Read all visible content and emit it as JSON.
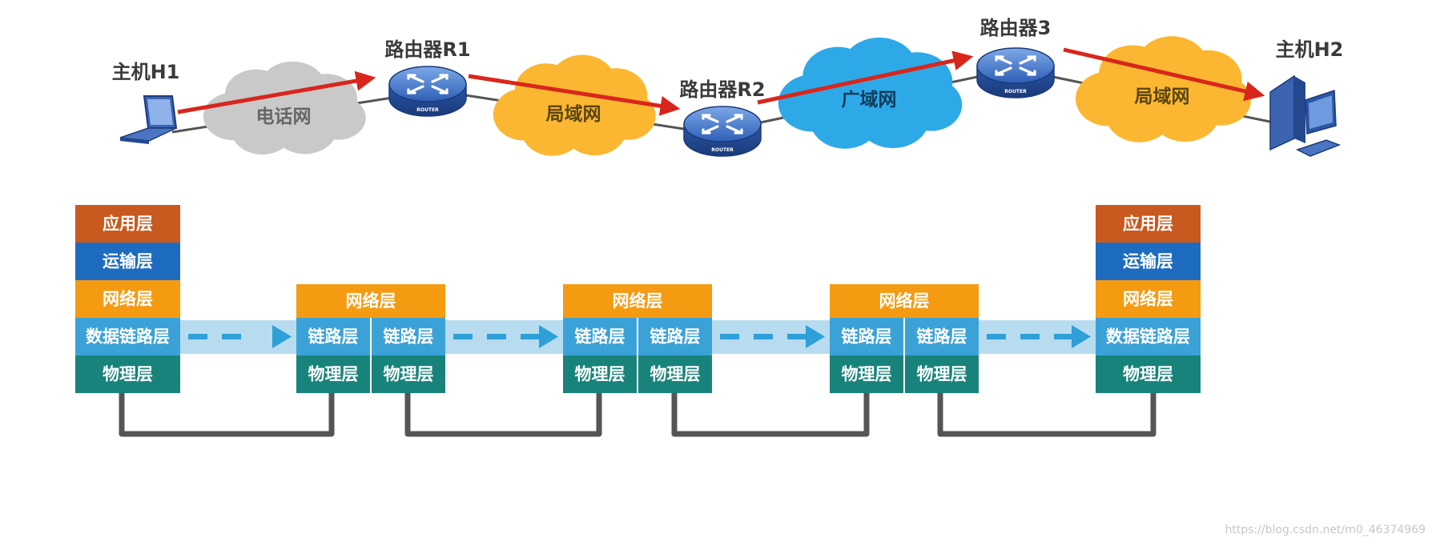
{
  "topology": {
    "hosts": [
      {
        "id": "h1",
        "label": "主机H1",
        "device": "laptop-icon"
      },
      {
        "id": "h2",
        "label": "主机H2",
        "device": "desktop-computer-icon"
      }
    ],
    "routers": [
      {
        "id": "r1",
        "label": "路由器R1",
        "tag": "ROUTER"
      },
      {
        "id": "r2",
        "label": "路由器R2",
        "tag": "ROUTER"
      },
      {
        "id": "r3",
        "label": "路由器3",
        "tag": "ROUTER"
      }
    ],
    "clouds": [
      {
        "id": "c1",
        "label": "电话网",
        "color": "#c9c9c9",
        "text_color": "#666666"
      },
      {
        "id": "c2",
        "label": "局域网",
        "color": "#fbb731",
        "text_color": "#5a4510"
      },
      {
        "id": "c3",
        "label": "广域网",
        "color": "#2ea9e8",
        "text_color": "#103b5a"
      },
      {
        "id": "c4",
        "label": "局域网",
        "color": "#fbb731",
        "text_color": "#5a4510"
      }
    ],
    "arrow_color": "#d9261c",
    "link_color": "#555555"
  },
  "stacks": {
    "end_host_h1": [
      "应用层",
      "运输层",
      "网络层",
      "数据链路层",
      "物理层"
    ],
    "router_network_layer": "网络层",
    "router_port_layers": [
      "链路层",
      "物理层"
    ],
    "end_host_h2": [
      "应用层",
      "运输层",
      "网络层",
      "数据链路层",
      "物理层"
    ]
  },
  "colors": {
    "application": "#c8591f",
    "transport": "#1e6cc0",
    "network": "#f49b12",
    "datalink": "#3ba2d8",
    "physical": "#18837a",
    "datalink_band": "#b8dcef",
    "dashed_arrow": "#2f9fd8",
    "wire": "#555555"
  },
  "watermark": "https://blog.csdn.net/m0_46374969"
}
